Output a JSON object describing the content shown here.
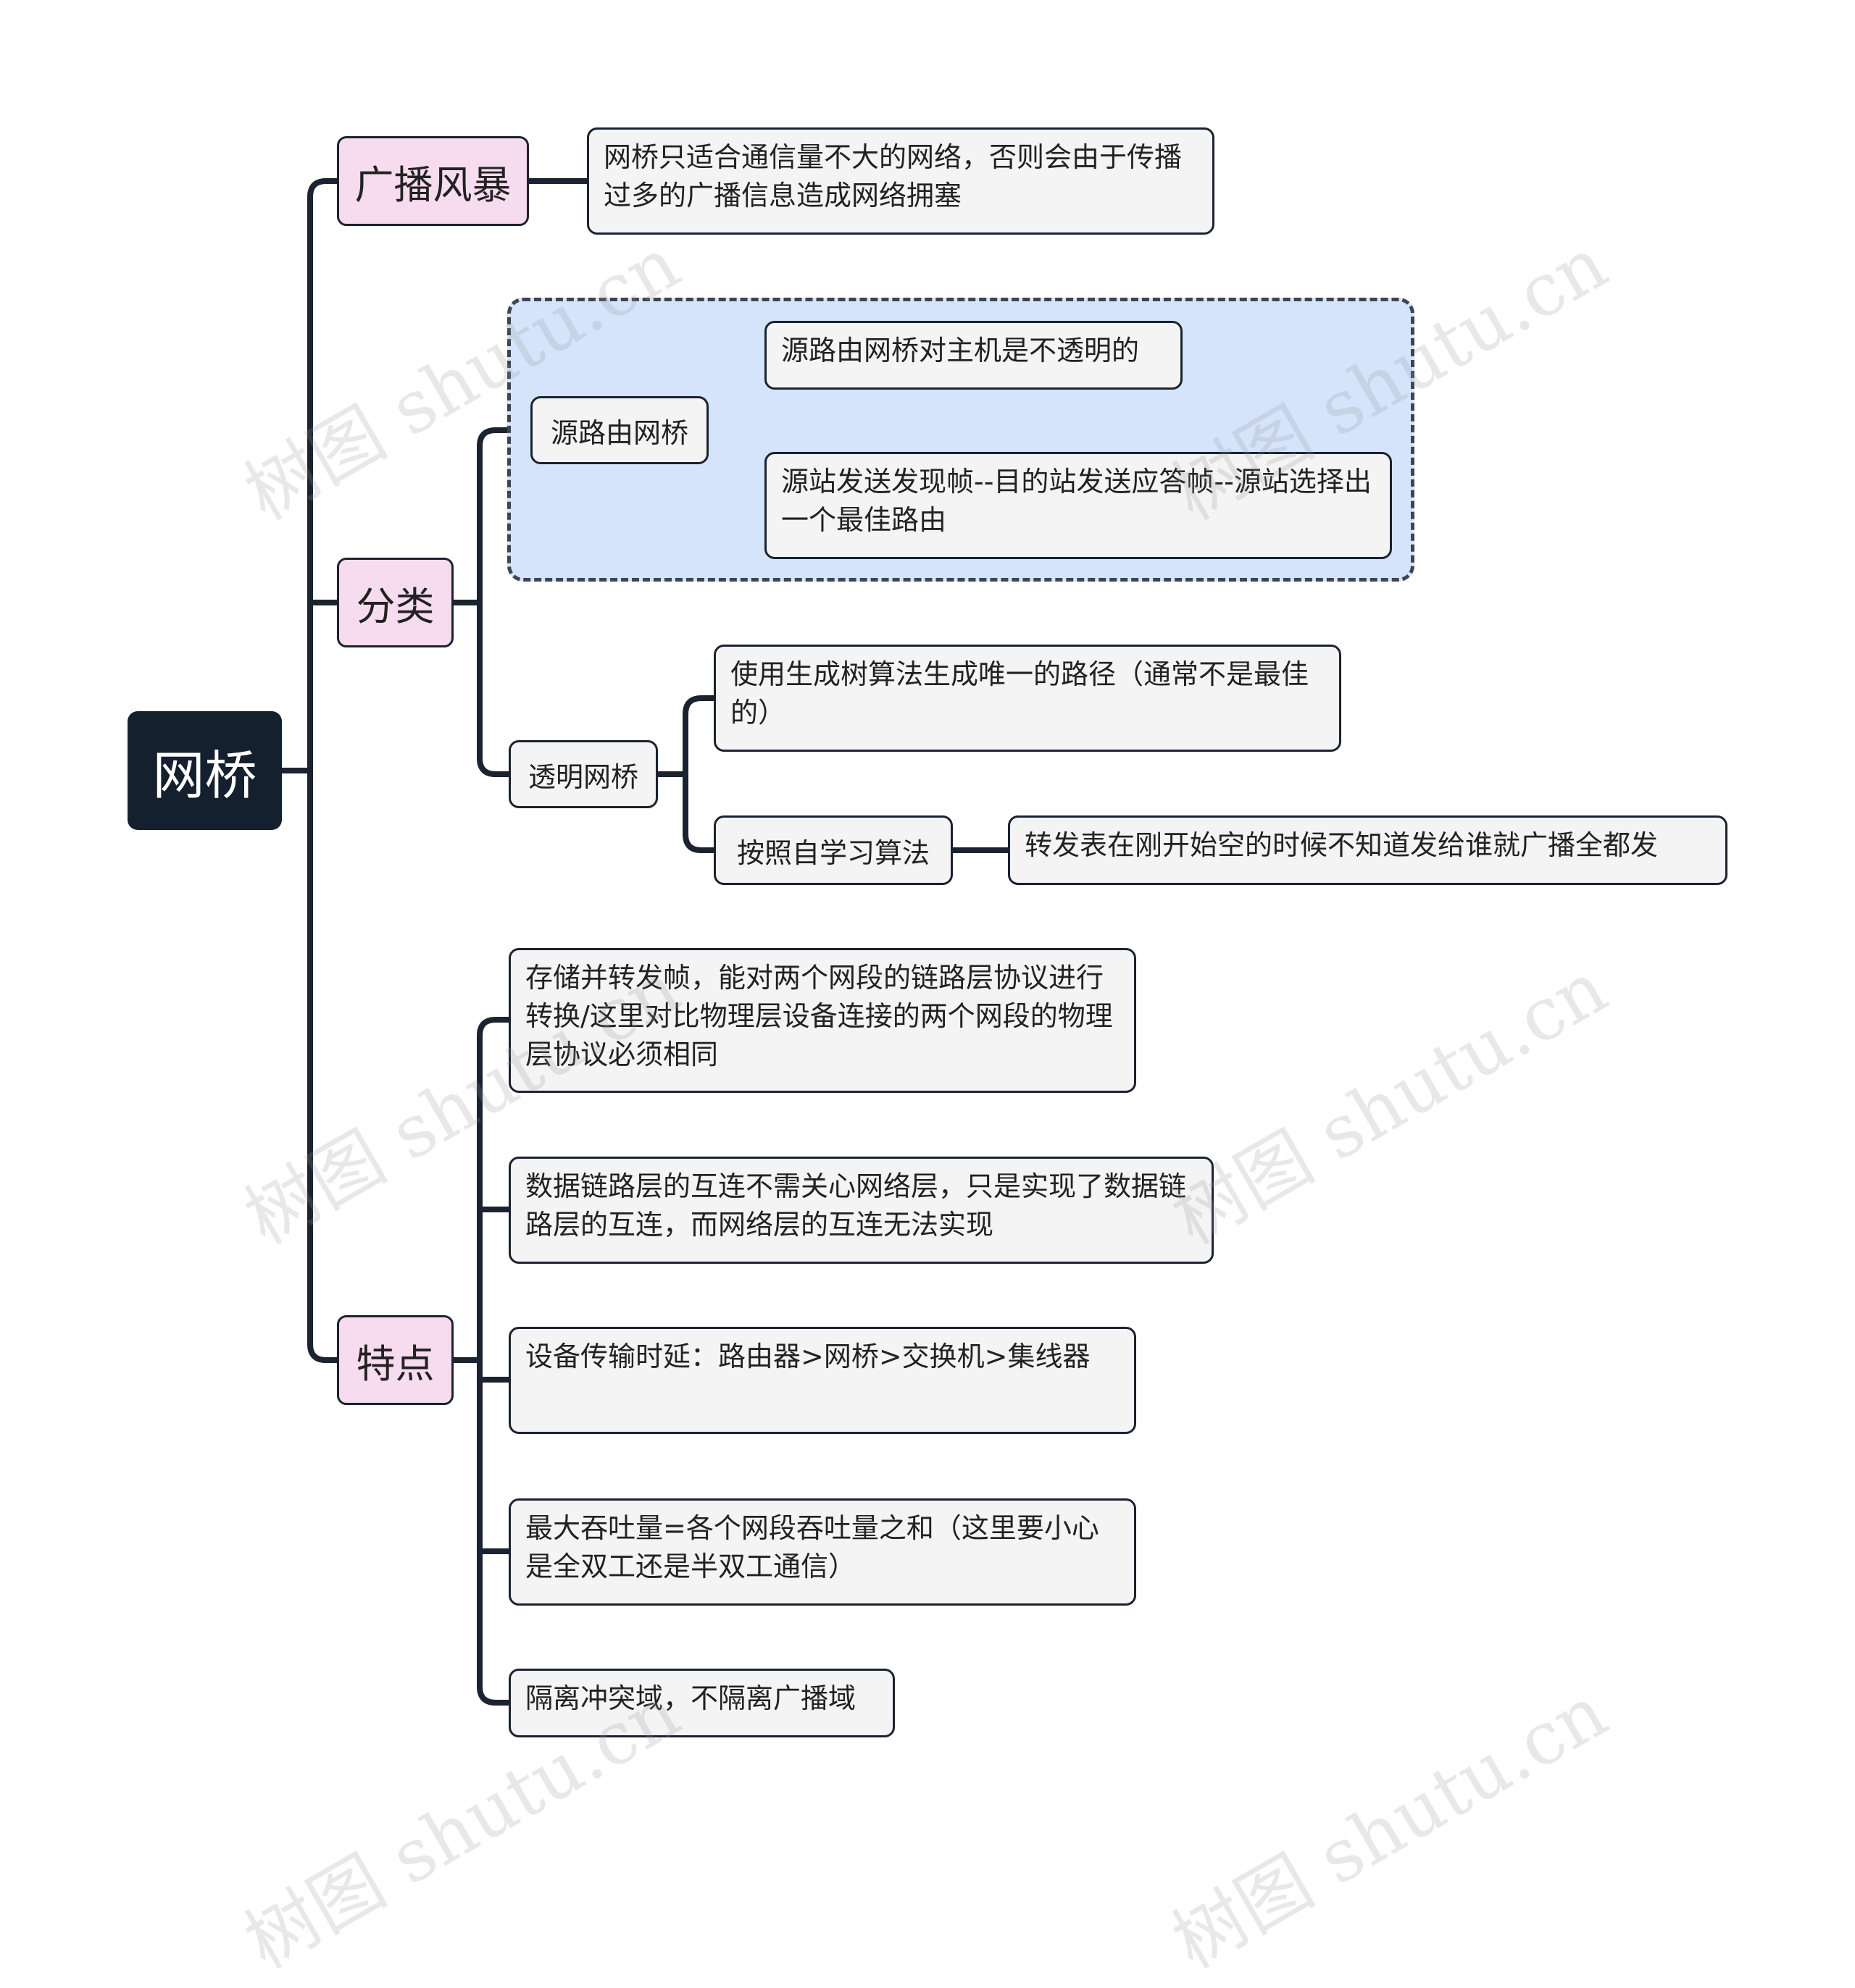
{
  "root": {
    "label": "网桥"
  },
  "broadcast_storm": {
    "label": "广播风暴",
    "note": "网桥只适合通信量不大的网络，否则会由于传播过多的广播信息造成网络拥塞"
  },
  "classification": {
    "label": "分类",
    "source_route_bridge": {
      "label": "源路由网桥",
      "children": [
        "源路由网桥对主机是不透明的",
        "源站发送发现帧--目的站发送应答帧--源站选择出一个最佳路由"
      ]
    },
    "transparent_bridge": {
      "label": "透明网桥",
      "spanning_tree": "使用生成树算法生成唯一的路径（通常不是最佳的）",
      "self_learning": {
        "label": "按照自学习算法",
        "note": "转发表在刚开始空的时候不知道发给谁就广播全都发"
      }
    }
  },
  "features": {
    "label": "特点",
    "items": [
      "存储并转发帧，能对两个网段的链路层协议进行转换/这里对比物理层设备连接的两个网段的物理层协议必须相同",
      "数据链路层的互连不需关心网络层，只是实现了数据链路层的互连，而网络层的互连无法实现",
      "设备传输时延：路由器>网桥>交换机>集线器",
      "最大吞吐量=各个网段吞吐量之和（这里要小心是全双工还是半双工通信）",
      "隔离冲突域，不隔离广播域"
    ]
  },
  "watermark": "树图 shutu.cn",
  "colors": {
    "root_bg": "#15202e",
    "level1_bg": "#f6dcee",
    "leaf_bg": "#f4f4f4",
    "group_bg": "#d5e3fb",
    "line": "#1b2330"
  }
}
